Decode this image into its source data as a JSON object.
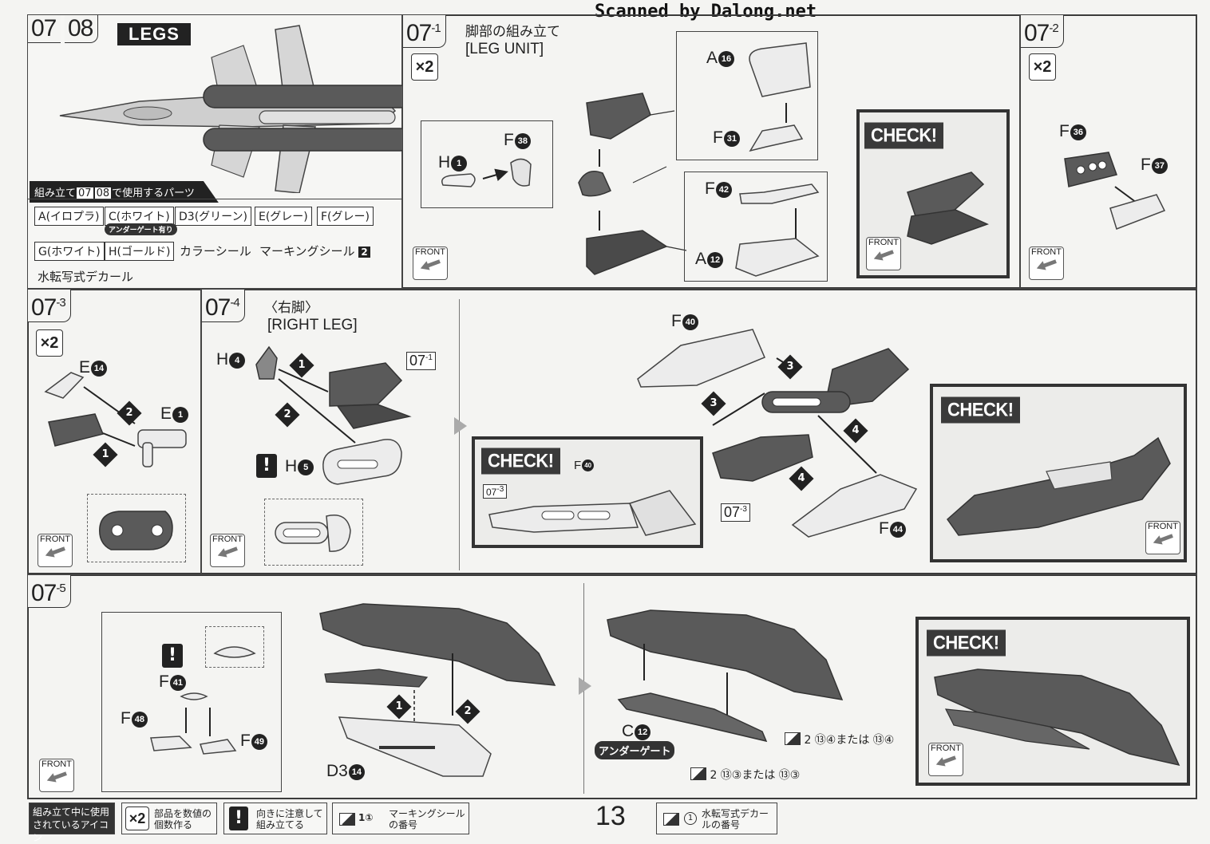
{
  "watermark": "Scanned by Dalong.net",
  "page_number": "13",
  "legs": {
    "step_a": "07",
    "step_b": "08",
    "title": "LEGS",
    "parts_used_title_pre": "組み立て",
    "parts_used_step_a": "07",
    "parts_used_step_b": "08",
    "parts_used_title_post": "で使用するパーツ",
    "parts": [
      "A(イロプラ)",
      "C(ホワイト)",
      "D3(グリーン)",
      "E(グレー)",
      "F(グレー)",
      "G(ホワイト)",
      "H(ゴールド)"
    ],
    "undergate_note": "アンダーゲート有り",
    "extras": [
      "カラーシール",
      "マーキングシール"
    ],
    "marking_num": "2",
    "decal": "水転写式デカール"
  },
  "s071": {
    "step": "07",
    "sub": "-1",
    "title_jp": "脚部の組み立て",
    "title_en": "[LEG UNIT]",
    "mult": "×2",
    "parts": {
      "h1": {
        "letter": "H",
        "num": "1"
      },
      "f38": {
        "letter": "F",
        "num": "38"
      },
      "a16": {
        "letter": "A",
        "num": "16"
      },
      "f31": {
        "letter": "F",
        "num": "31"
      },
      "f42": {
        "letter": "F",
        "num": "42"
      },
      "a12": {
        "letter": "A",
        "num": "12"
      }
    },
    "check": "CHECK!",
    "front": "FRONT"
  },
  "s072": {
    "step": "07",
    "sub": "-2",
    "mult": "×2",
    "parts": {
      "f36": {
        "letter": "F",
        "num": "36"
      },
      "f37": {
        "letter": "F",
        "num": "37"
      }
    },
    "front": "FRONT"
  },
  "s073": {
    "step": "07",
    "sub": "-3",
    "mult": "×2",
    "parts": {
      "e14": {
        "letter": "E",
        "num": "14"
      },
      "e1": {
        "letter": "E",
        "num": "1"
      }
    },
    "front": "FRONT"
  },
  "s074": {
    "step": "07",
    "sub": "-4",
    "title_jp": "〈右脚〉",
    "title_en": "[RIGHT LEG]",
    "parts": {
      "h4": {
        "letter": "H",
        "num": "4"
      },
      "h5": {
        "letter": "H",
        "num": "5"
      },
      "f40": {
        "letter": "F",
        "num": "40"
      },
      "f44": {
        "letter": "F",
        "num": "44"
      }
    },
    "ref_step": "07",
    "ref_sub_1": "-1",
    "ref_sub_3": "-3",
    "check": "CHECK!",
    "front": "FRONT"
  },
  "s075": {
    "step": "07",
    "sub": "-5",
    "parts": {
      "f41": {
        "letter": "F",
        "num": "41"
      },
      "f48": {
        "letter": "F",
        "num": "48"
      },
      "f49": {
        "letter": "F",
        "num": "49"
      },
      "d314": {
        "letter": "D3",
        "num": "14"
      },
      "c12": {
        "letter": "C",
        "num": "12"
      }
    },
    "undergate": "アンダーゲート",
    "marking_1": "2 ⑬④または ⑬④",
    "marking_2": "2 ⑬③または ⑬③",
    "check": "CHECK!",
    "front": "FRONT"
  },
  "footer": {
    "icons_label": "組み立て中に使用されているアイコン",
    "mult": "×2",
    "mult_desc": "部品を数値の個数作る",
    "excl_desc": "向きに注意して組み立てる",
    "marking_num": "1①",
    "marking_desc": "マーキングシールの番号",
    "decal_num": "1",
    "decal_desc": "水転写式デカールの番号"
  }
}
